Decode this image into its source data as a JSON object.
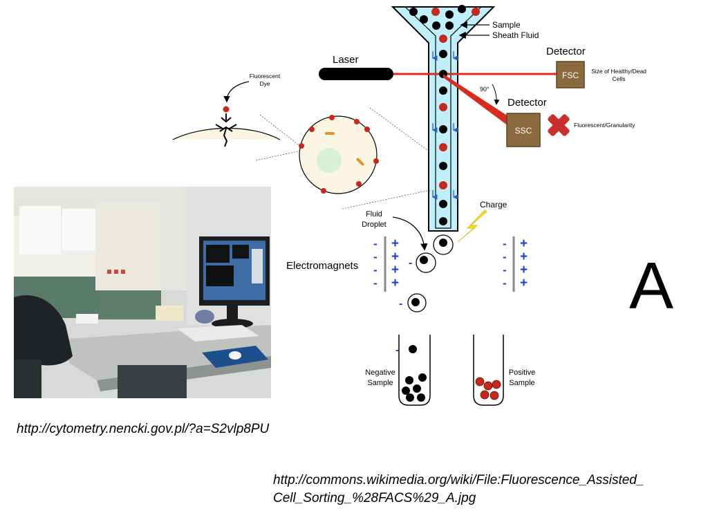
{
  "diagram": {
    "labels": {
      "sample": "Sample",
      "sheath_fluid": "Sheath Fluid",
      "laser": "Laser",
      "detector_fsc": "Detector",
      "fsc": "FSC",
      "fsc_desc_line1": "Size of Healthy/Dead",
      "fsc_desc_line2": "Cells",
      "angle": "90°",
      "detector_ssc": "Detector",
      "ssc": "SSC",
      "ssc_desc": "Fluorescent/Granularity",
      "fluorescent_line1": "Fluorescent",
      "fluorescent_line2": "Dye",
      "charge": "Charge",
      "fluid_line1": "Fluid",
      "fluid_line2": "Droplet",
      "electromagnets": "Electromagnets",
      "negative_line1": "Negative",
      "negative_line2": "Sample",
      "positive_line1": "Positive",
      "positive_line2": "Sample",
      "panel_letter": "A",
      "minus": "-",
      "plus": "+"
    },
    "colors": {
      "cell_black": "#000000",
      "cell_red": "#c8271c",
      "sheath": "#bfeff9",
      "laser_beam": "#d92b1f",
      "detector_box": "#8b6a3e",
      "magnet_minus": "#1a3fd1",
      "cross": "#c9302c",
      "charge_bolt": "#f3e21a",
      "membrane": "#fbf6e4"
    }
  },
  "captions": {
    "photo_source": "http://cytometry.nencki.gov.pl/?a=S2vlp8PU",
    "diagram_source_line1": "http://commons.wikimedia.org/wiki/File:Fluorescence_Assisted_",
    "diagram_source_line2": "Cell_Sorting_%28FACS%29_A.jpg"
  }
}
